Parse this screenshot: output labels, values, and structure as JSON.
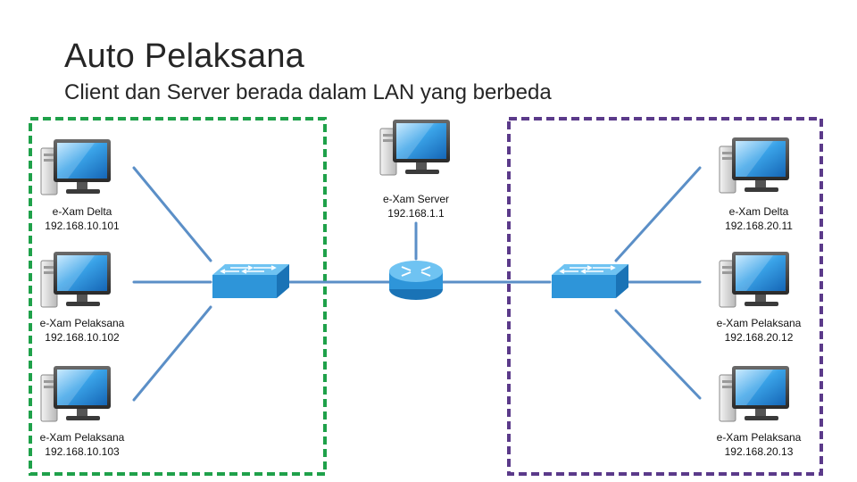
{
  "title": "Auto Pelaksana",
  "subtitle": "Client dan Server berada dalam LAN yang berbeda",
  "colors": {
    "lan_left": "#1fa14a",
    "lan_right": "#5b3a8a",
    "link": "#5b8fc7",
    "device": "#2e8fce"
  },
  "server": {
    "name": "e-Xam Server",
    "ip": "192.168.1.1"
  },
  "lan_left": {
    "clients": [
      {
        "name": "e-Xam Delta",
        "ip": "192.168.10.101"
      },
      {
        "name": "e-Xam Pelaksana",
        "ip": "192.168.10.102"
      },
      {
        "name": "e-Xam Pelaksana",
        "ip": "192.168.10.103"
      }
    ]
  },
  "lan_right": {
    "clients": [
      {
        "name": "e-Xam Delta",
        "ip": "192.168.20.11"
      },
      {
        "name": "e-Xam Pelaksana",
        "ip": "192.168.20.12"
      },
      {
        "name": "e-Xam Pelaksana",
        "ip": "192.168.20.13"
      }
    ]
  },
  "icons": {
    "client": "computer-icon",
    "switch": "network-switch-icon",
    "router": "router-icon"
  }
}
